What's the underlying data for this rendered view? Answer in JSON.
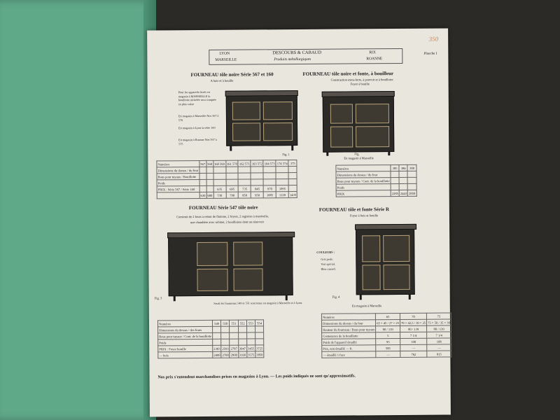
{
  "header": {
    "left_top": "LYON",
    "left_bottom": "MARSEILLE",
    "company": "DESCOURS & CABAUD",
    "subtitle": "Produits métallurgiques",
    "right_top": "RIX",
    "right_bottom": "ROANNE",
    "page_label": "Planche I",
    "pencil_mark": "350"
  },
  "sections": {
    "s1": {
      "title": "FOURNEAU tôle noire Série 567 et 160",
      "subtitle": "A bois et à houille",
      "side_note_1": "Pour les appareils livrés en magasin à MARSEILLE la bouillotte nickelée sera comptée en plus-value",
      "side_note_2": "En magasin à Marseille Nos 567 à 570",
      "side_note_3": "En magasin à Lyon la série 160",
      "side_note_4": "En magasin à Roanne Nos 567 à 575",
      "fig": "Fig. 1",
      "table_header": [
        "Numéros",
        "567",
        "568",
        "160 569",
        "161 570",
        "162 571",
        "163 572",
        "164 573",
        "174 574",
        "375"
      ],
      "table_rows": [
        [
          "Dimensions du dessus / du four",
          "",
          "",
          "",
          "",
          "",
          "",
          "",
          "",
          ""
        ],
        [
          "Bous pour tuyaux / Bouillotte",
          "",
          "",
          "",
          "",
          "",
          "",
          "",
          "",
          ""
        ],
        [
          "Poids",
          "",
          "",
          "",
          "",
          "",
          "",
          "",
          "",
          ""
        ],
        [
          "PRIX : Série 567 / Série 160",
          "",
          "",
          "635",
          "695",
          "735",
          "845",
          "970",
          "1095",
          ""
        ],
        [
          "",
          "630",
          "680",
          "730",
          "790",
          "850",
          "950",
          "1085",
          "1220",
          "1435"
        ]
      ]
    },
    "s2": {
      "title": "FOURNEAU tôle noire et fonte, à bouilleur",
      "subtitle": "Construction extra-forte, à pouvoir et à bouilloire",
      "subtitle2": "Foyer à bouille",
      "fig": "Fig.",
      "caption": "En magasin à Marseille",
      "table_header": [
        "Numéros",
        "385",
        "386",
        "388"
      ],
      "table_rows": [
        [
          "Dimensions du dessus / du four",
          "",
          "",
          ""
        ],
        [
          "Bous pour tuyaux / Cont. de la bouillotte",
          "",
          "",
          ""
        ],
        [
          "Poids",
          "",
          "",
          ""
        ],
        [
          "PRIX",
          "2285",
          "2443",
          "2850"
        ]
      ]
    },
    "s3": {
      "title": "FOURNEAU Série 547 tôle noire",
      "subtitle": "Construit de 2 fours à retour de flamme, 2 foyers, 2 registres à manivelle,",
      "subtitle2": "une chaudière avec robinet, 2 bouilloires dont un réservoir",
      "fig": "Fig. 3",
      "caption": "Seuls les fourneaux 549 et 551 sont tenus en magasin à Marseille et à Lyon.",
      "table_header": [
        "Numéros",
        "549",
        "550",
        "551",
        "552",
        "553",
        "554"
      ],
      "table_rows": [
        [
          "Dimensions du dessus / des fours",
          "",
          "",
          "",
          "",
          "",
          ""
        ],
        [
          "Bous pour tuyaux / Cont. de la bouillotte",
          "",
          "",
          "",
          "",
          "",
          ""
        ],
        [
          "Poids",
          "",
          "",
          "",
          "",
          "",
          ""
        ],
        [
          "PRIX : Foyer houille",
          "2383",
          "2593",
          "2787",
          "3047",
          "3455",
          "3725"
        ],
        [
          "— bois",
          "2490",
          "2700",
          "2900",
          "3160",
          "3575",
          "3850"
        ]
      ]
    },
    "s4": {
      "title": "FOURNEAU tôle et fonte Série R",
      "subtitle": "Foyer à bois et houille",
      "colors_title": "COULEURS :",
      "colors": [
        "Gris perle.",
        "Vert spécial.",
        "Bleu canard."
      ],
      "fig": "Fig. 4",
      "caption": "En magasin à Marseille",
      "table_header": [
        "Numéros",
        "65",
        "70",
        "75"
      ],
      "table_rows": [
        [
          "Dimensions du dessus / du four",
          "65 × 45 / 27 × 25",
          "70 × 42,5 / 30 × 25",
          "75 × 50 / 35 × 30"
        ],
        [
          "Hauteur du fourneau / Bous pour tuyaux",
          "80 / 139",
          "80 / 139",
          "80 / 139"
        ],
        [
          "Contenance de la bouillotte",
          "5",
          "7 1/4",
          "7 1/4"
        ],
        [
          "Poids de l'appareil émaillé",
          "95",
          "100",
          "108"
        ],
        [
          "Prix, non émaillé — fr.",
          "585",
          "—",
          "—"
        ],
        [
          "— émaillé 1 face",
          "—",
          "762",
          "815"
        ]
      ]
    }
  },
  "footer": "Nos prix s'entendent marchandises prises en magasins à Lyon. — Les poids indiqués ne sont qu'approximatifs."
}
